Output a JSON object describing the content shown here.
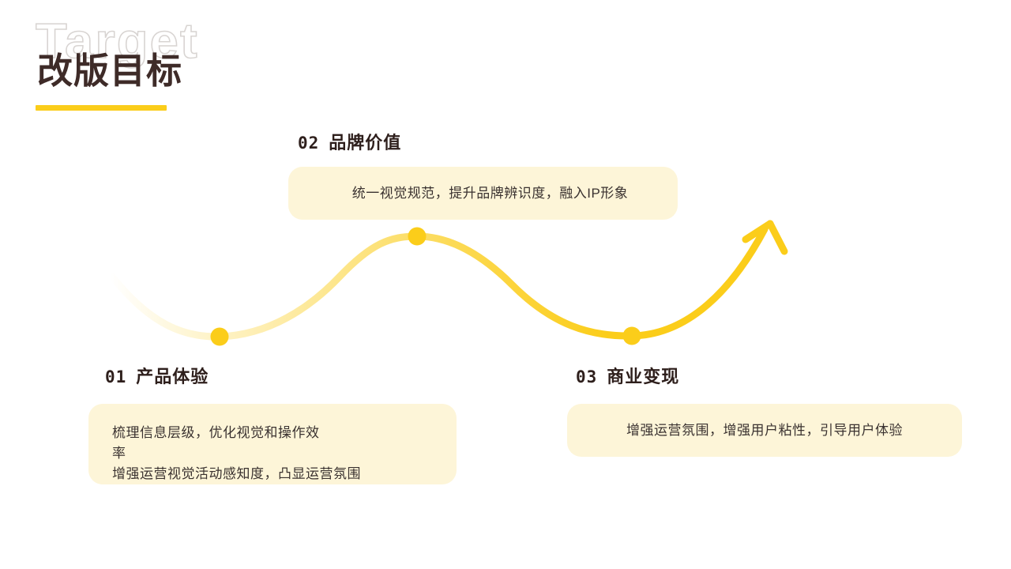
{
  "slide": {
    "title": "改版目标",
    "watermark": "Target",
    "accent_color": "#FBCD1A",
    "card_color": "#FDF5D8",
    "title_color": "#3E2B28"
  },
  "sections": [
    {
      "number": "01",
      "name": "产品体验",
      "lines": [
        "梳理信息层级，优化视觉和操作效",
        "率",
        "增强运营视觉活动感知度，凸显运营氛围"
      ]
    },
    {
      "number": "02",
      "name": "品牌价值",
      "lines": [
        "统一视觉规范，提升品牌辨识度，融入IP形象"
      ]
    },
    {
      "number": "03",
      "name": "商业变现",
      "lines": [
        "增强运营氛围，增强用户粘性，引导用户体验"
      ]
    }
  ]
}
